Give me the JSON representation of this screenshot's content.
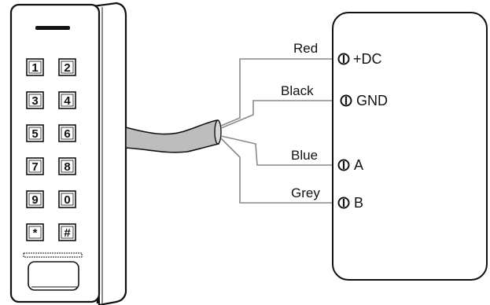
{
  "keypad": {
    "keys": [
      "1",
      "2",
      "3",
      "4",
      "5",
      "6",
      "7",
      "8",
      "9",
      "0",
      "*",
      "#"
    ]
  },
  "wires": [
    {
      "label": "Red",
      "terminal": "+DC"
    },
    {
      "label": "Black",
      "terminal": "GND"
    },
    {
      "label": "Blue",
      "terminal": "A"
    },
    {
      "label": "Grey",
      "terminal": "B"
    }
  ],
  "colors": {
    "stroke": "#111111",
    "wire": "#8a8a8a",
    "cable_fill": "#bdbdbd",
    "background": "#ffffff"
  }
}
